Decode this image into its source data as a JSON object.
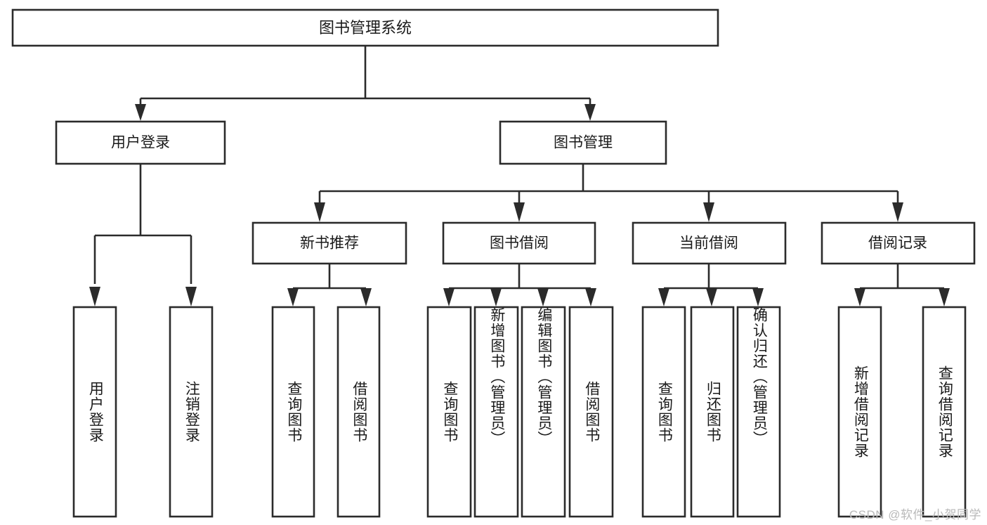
{
  "diagram": {
    "type": "tree-hierarchy",
    "title": "图书管理系统",
    "watermark": "CSDN @软件_小贺同学",
    "colors": {
      "stroke": "#2b2b2b",
      "box_fill": "#ffffff",
      "background": "#ffffff",
      "text": "#1a1a1a",
      "watermark": "#b9b9b9"
    },
    "root": {
      "label": "图书管理系统"
    },
    "level2": [
      {
        "id": "user-login",
        "label": "用户登录"
      },
      {
        "id": "book-manage",
        "label": "图书管理"
      }
    ],
    "level3": [
      {
        "id": "new-book-recommend",
        "label": "新书推荐"
      },
      {
        "id": "book-borrow",
        "label": "图书借阅"
      },
      {
        "id": "current-borrow",
        "label": "当前借阅"
      },
      {
        "id": "borrow-record",
        "label": "借阅记录"
      }
    ],
    "leaves": {
      "user-login": [
        {
          "id": "leaf-user-login",
          "label": "用户登录"
        },
        {
          "id": "leaf-logout-login",
          "label": "注销登录"
        }
      ],
      "new-book-recommend": [
        {
          "id": "leaf-query-book-1",
          "label": "查询图书"
        },
        {
          "id": "leaf-borrow-book-1",
          "label": "借阅图书"
        }
      ],
      "book-borrow": [
        {
          "id": "leaf-query-book-2",
          "label": "查询图书"
        },
        {
          "id": "leaf-add-book",
          "label": "新增图书（管理员）"
        },
        {
          "id": "leaf-edit-book",
          "label": "编辑图书（管理员）"
        },
        {
          "id": "leaf-borrow-book-2",
          "label": "借阅图书"
        }
      ],
      "current-borrow": [
        {
          "id": "leaf-query-book-3",
          "label": "查询图书"
        },
        {
          "id": "leaf-return-book",
          "label": "归还图书"
        },
        {
          "id": "leaf-confirm-return",
          "label": "确认归还（管理员）"
        }
      ],
      "borrow-record": [
        {
          "id": "leaf-add-record",
          "label": "新增借阅记录"
        },
        {
          "id": "leaf-query-record",
          "label": "查询借阅记录"
        }
      ]
    }
  }
}
